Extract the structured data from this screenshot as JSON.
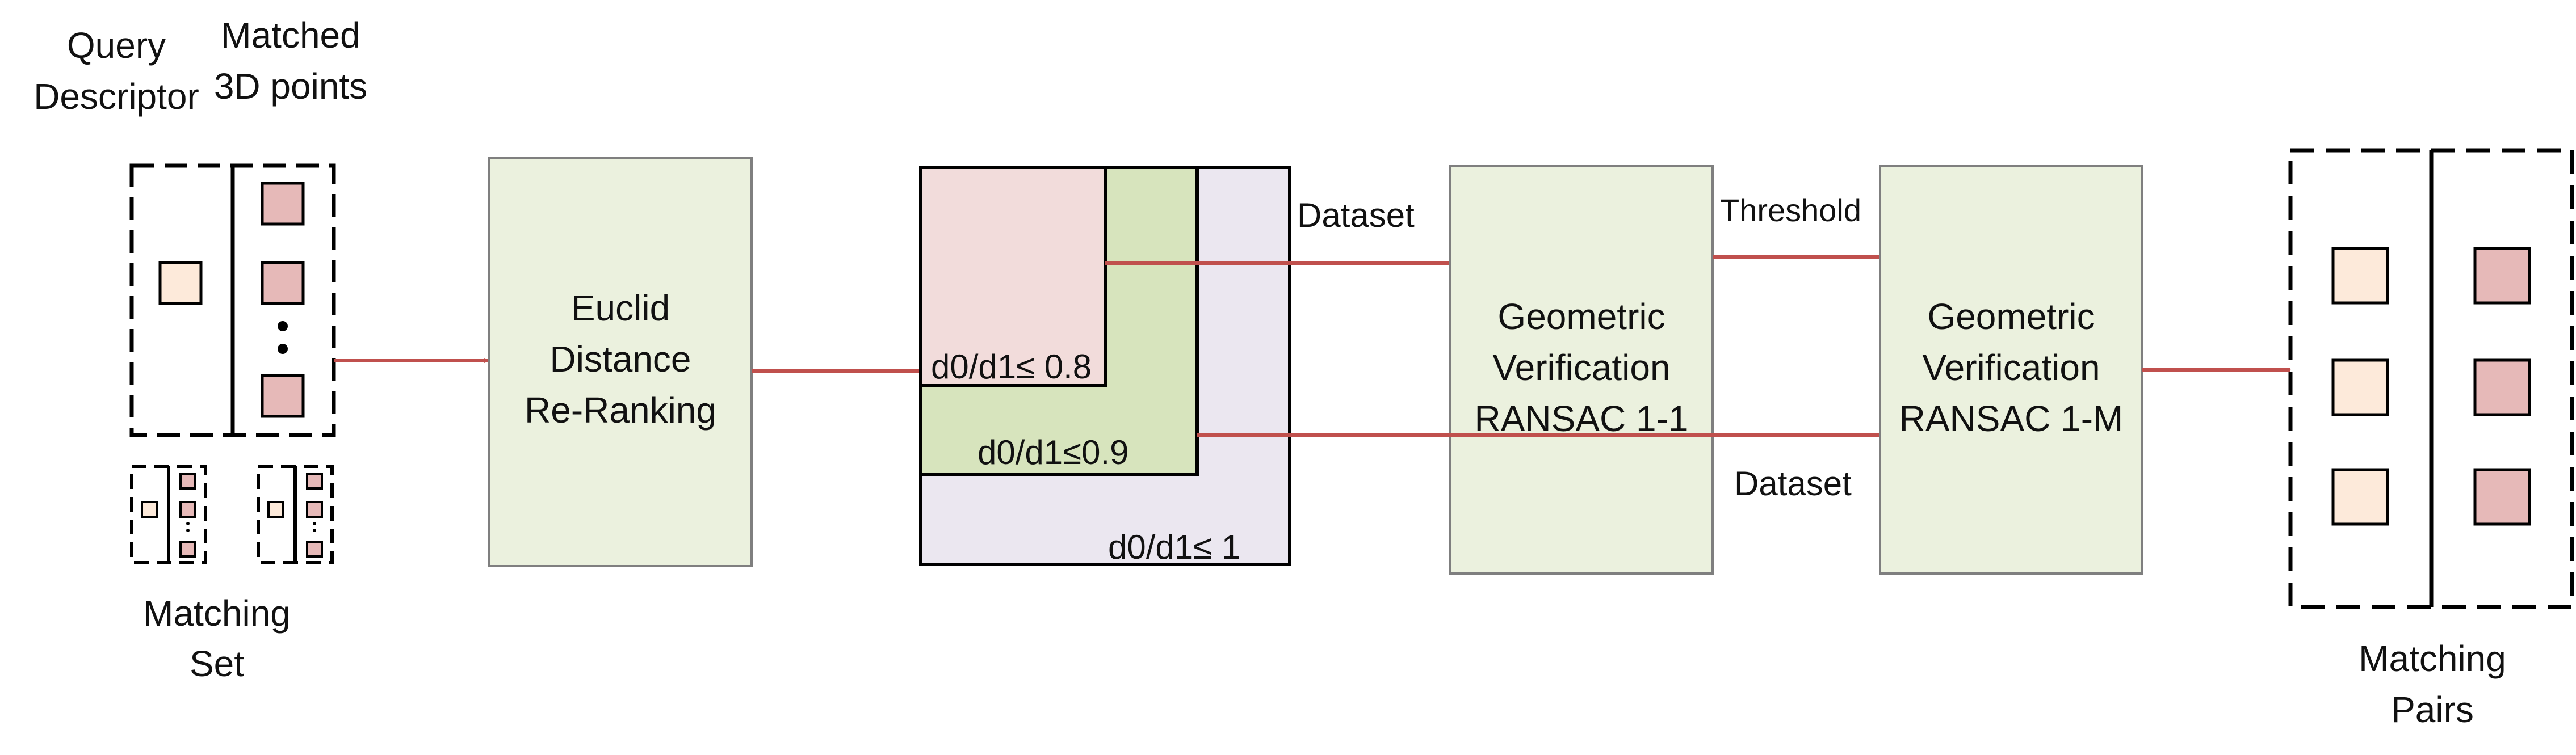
{
  "labels": {
    "query_descriptor_line1": "Query",
    "query_descriptor_line2": "Descriptor",
    "matched_points_line1": "Matched",
    "matched_points_line2": "3D points",
    "matching_set_line1": "Matching",
    "matching_set_line2": "Set",
    "euclid_line1": "Euclid",
    "euclid_line2": "Distance",
    "euclid_line3": "Re-Ranking",
    "ratio_08": "d0/d1≤ 0.8",
    "ratio_09": "d0/d1≤0.9",
    "ratio_1": "d0/d1≤ 1",
    "dataset_top": "Dataset",
    "dataset_bottom": "Dataset",
    "threshold": "Threshold",
    "gv1_line1": "Geometric",
    "gv1_line2": "Verification",
    "gv1_line3": "RANSAC 1-1",
    "gvm_line1": "Geometric",
    "gvm_line2": "Verification",
    "gvm_line3": "RANSAC 1-M",
    "matching_pairs_line1": "Matching",
    "matching_pairs_line2": "Pairs"
  },
  "colors": {
    "process_fill": "#ebf1de",
    "query_fill": "#fdeada",
    "matched_fill": "#e6b9b8",
    "ratio_08_fill": "#f2dcdb",
    "ratio_09_fill": "#d7e4bd",
    "ratio_1_fill": "#ebe7f0",
    "arrow": "#c0504d"
  }
}
